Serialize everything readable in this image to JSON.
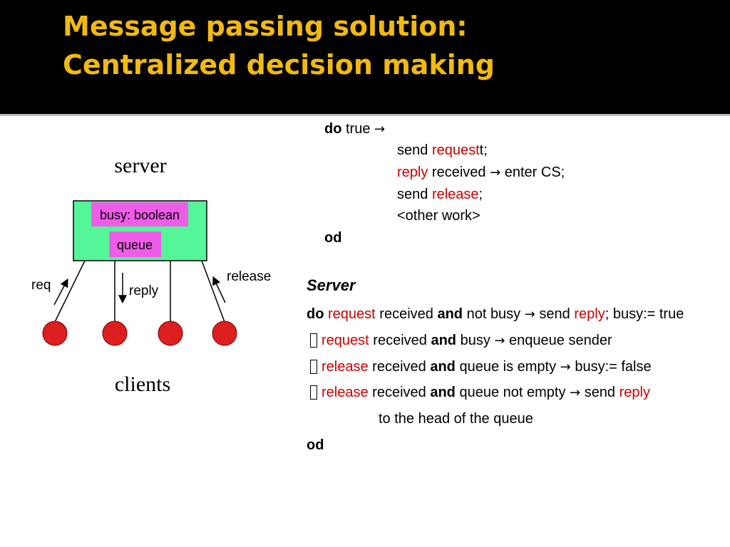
{
  "title": {
    "line1": "Message passing solution:",
    "line2": "Centralized decision making"
  },
  "diagram": {
    "server_label": "server",
    "clients_label": "clients",
    "busy_label": "busy: boolean",
    "queue_label": "queue",
    "req_label": "req",
    "reply_label": "reply",
    "release_label": "release",
    "colors": {
      "server_box": "#55f59a",
      "field_box": "#ee5ce8",
      "client_node": "#dd1f1f"
    }
  },
  "client_code": {
    "do_kw": "do",
    "do_cond": "true",
    "arrow": "→",
    "send_word": "send",
    "request_word": "request",
    "request_suffix": "t;",
    "reply_word": "reply",
    "received_enter": "received",
    "enter_cs": "enter CS;",
    "release_word": "release",
    "semicolon": ";",
    "other_work": "<other work>",
    "od_kw": "od"
  },
  "server_code": {
    "heading": "Server",
    "do_kw": "do",
    "l1_request": "request",
    "l1_received": "received",
    "and_kw": "and",
    "l1_notbusy": "not busy",
    "arrow": "→",
    "l1_send": "send",
    "l1_reply": "reply",
    "l1_tail": "; busy:= true",
    "l2_request": "request",
    "l2_received": "received",
    "l2_busy": "busy",
    "l2_tail": "enqueue sender",
    "l3_release": "release",
    "l3_received": "received",
    "l3_empty": "queue is empty",
    "l3_tail": "busy:= false",
    "l4_release": "release",
    "l4_received": "received",
    "l4_notempty": "queue not empty",
    "l4_send": "send",
    "l4_reply": "reply",
    "l5": "to the head of the queue",
    "od_kw": "od"
  }
}
